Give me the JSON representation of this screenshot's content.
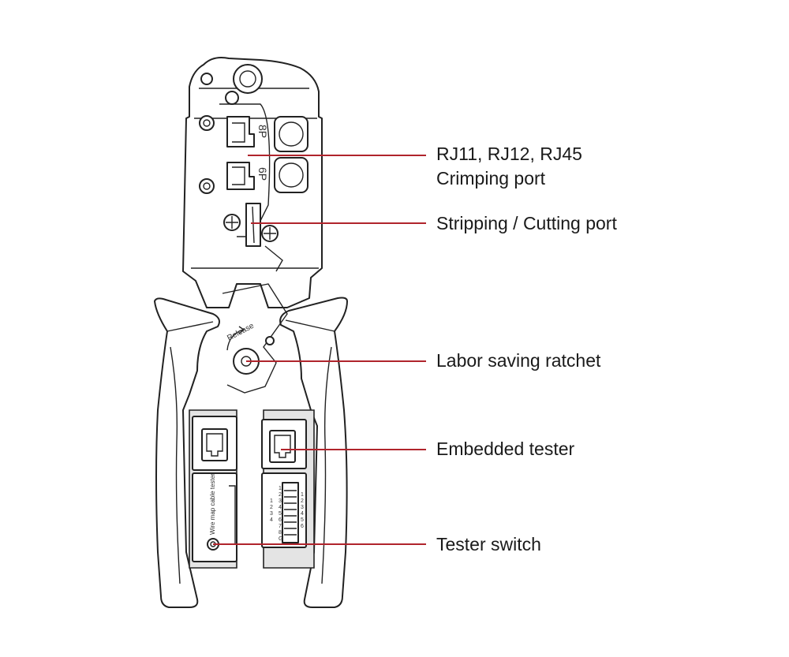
{
  "callouts": [
    {
      "id": "crimping-port",
      "lines": [
        "RJ11, RJ12, RJ45",
        "Crimping port"
      ]
    },
    {
      "id": "stripping-cutting-port",
      "lines": [
        "Stripping / Cutting port"
      ]
    },
    {
      "id": "labor-saving-ratchet",
      "lines": [
        "Labor saving ratchet"
      ]
    },
    {
      "id": "embedded-tester",
      "lines": [
        "Embedded tester"
      ]
    },
    {
      "id": "tester-switch",
      "lines": [
        "Tester switch"
      ]
    }
  ],
  "tool_labels": {
    "port_8p": "8P",
    "port_6p": "6P",
    "release": "Release",
    "wire_map": "Wire map cable tester",
    "pins_left_main": [
      "1",
      "2",
      "3",
      "4",
      "5",
      "6",
      "7",
      "8",
      "G"
    ],
    "pins_left_aux": [
      "1",
      "2",
      "3",
      "4"
    ],
    "pins_right": [
      "1",
      "2",
      "3",
      "4",
      "5",
      "6"
    ]
  },
  "colors": {
    "leader": "#b0242c",
    "outline": "#222222",
    "text": "#1a1a1a"
  }
}
